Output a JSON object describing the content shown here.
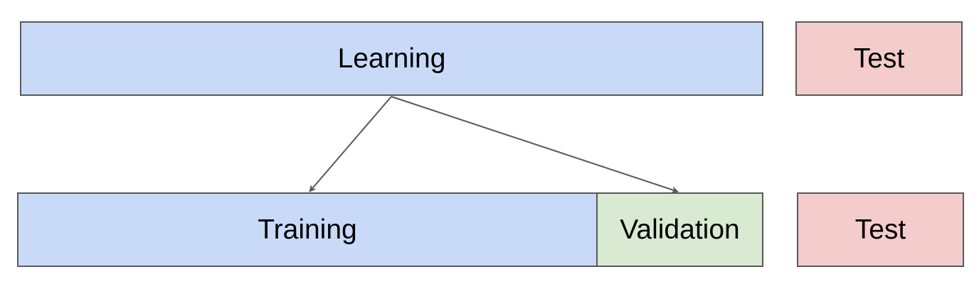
{
  "diagram": {
    "learning": {
      "label": "Learning",
      "fill": "#c9daf8"
    },
    "test_top": {
      "label": "Test",
      "fill": "#f4cccc"
    },
    "training": {
      "label": "Training",
      "fill": "#c9daf8"
    },
    "validation": {
      "label": "Validation",
      "fill": "#d9ead3"
    },
    "test_bottom": {
      "label": "Test",
      "fill": "#f4cccc"
    }
  },
  "colors": {
    "border": "#595959",
    "arrow": "#595959"
  }
}
